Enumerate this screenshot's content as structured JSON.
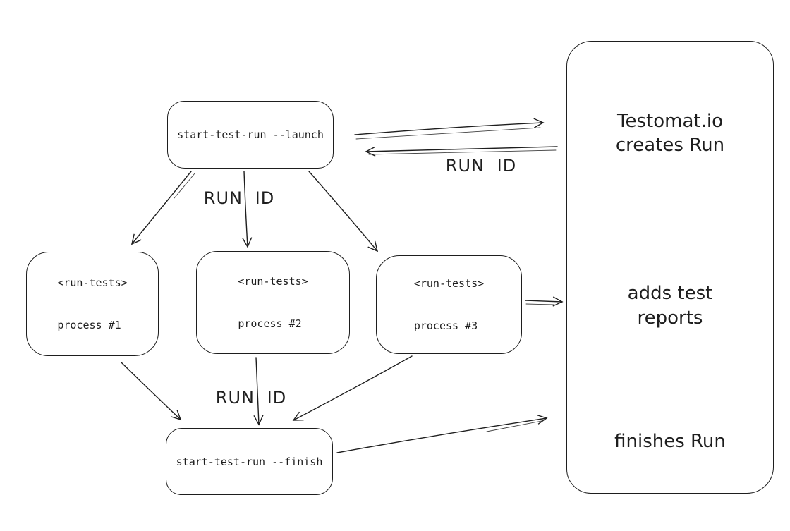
{
  "colors": {
    "stroke": "#1e1e1e",
    "background": "#ffffff"
  },
  "nodes": {
    "launch": {
      "label": "start-test-run --launch"
    },
    "process1": {
      "line1": "<run-tests>",
      "line2": "process #1"
    },
    "process2": {
      "line1": "<run-tests>",
      "line2": "process #2"
    },
    "process3": {
      "line1": "<run-tests>",
      "line2": "process #3"
    },
    "finish": {
      "label": "start-test-run --finish"
    },
    "service": {
      "title": "Testomat.io",
      "step_creates": "creates Run",
      "step_adds_line1": "adds test",
      "step_adds_line2": "reports",
      "step_finishes": "finishes Run"
    }
  },
  "edge_labels": {
    "launch_response": "RUN ID",
    "fanout": "RUN ID",
    "fanin": "RUN ID"
  }
}
